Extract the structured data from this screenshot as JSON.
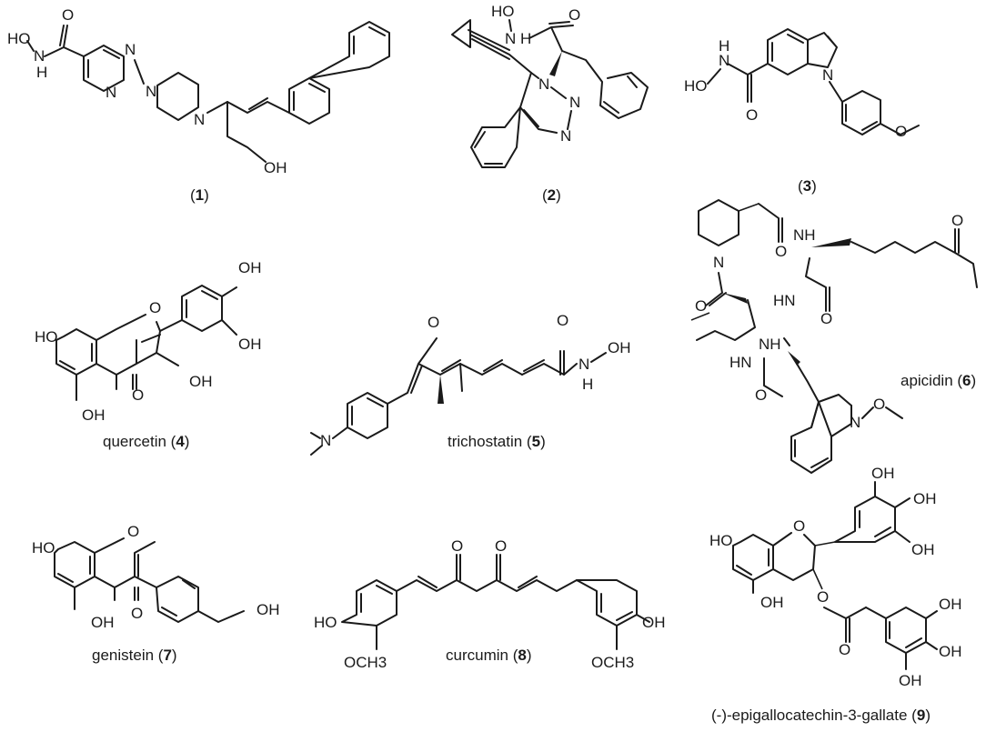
{
  "compounds": [
    {
      "id": "c1",
      "name": "",
      "number": "1"
    },
    {
      "id": "c2",
      "name": "",
      "number": "2"
    },
    {
      "id": "c3",
      "name": "",
      "number": "3"
    },
    {
      "id": "c4",
      "name": "quercetin",
      "number": "4"
    },
    {
      "id": "c5",
      "name": "trichostatin",
      "number": "5"
    },
    {
      "id": "c6",
      "name": "apicidin",
      "number": "6"
    },
    {
      "id": "c7",
      "name": "genistein",
      "number": "7"
    },
    {
      "id": "c8",
      "name": "curcumin",
      "number": "8"
    },
    {
      "id": "c9",
      "name": "(-)-epigallocatechin-3-gallate",
      "number": "9"
    }
  ],
  "labels": {
    "HO": "HO",
    "OH": "OH",
    "O": "O",
    "N": "N",
    "H": "H",
    "NH": "NH",
    "HN": "HN",
    "OCH3": "OCH3"
  }
}
